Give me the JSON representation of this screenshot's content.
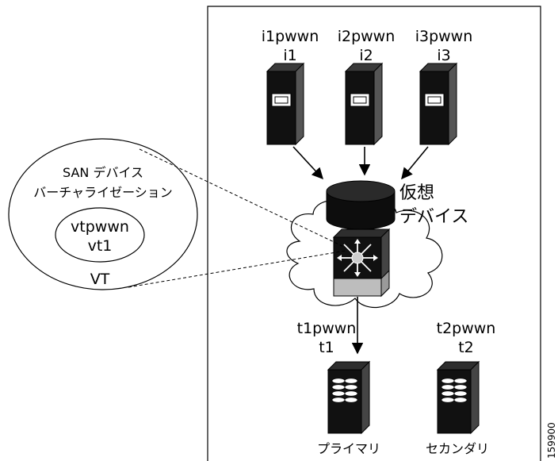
{
  "hosts": [
    {
      "pwwn": "i1pwwn",
      "name": "i1"
    },
    {
      "pwwn": "i2pwwn",
      "name": "i2"
    },
    {
      "pwwn": "i3pwwn",
      "name": "i3"
    }
  ],
  "virtual_device": {
    "line1": "仮想",
    "line2": "デバイス"
  },
  "san_virtualization": {
    "line1": "SAN デバイス",
    "line2": "バーチャライゼーション",
    "vt_pwwn": "vtpwwn",
    "vt_name": "vt1",
    "vt_label": "VT"
  },
  "targets": [
    {
      "pwwn": "t1pwwn",
      "name": "t1",
      "role": "プライマリ"
    },
    {
      "pwwn": "t2pwwn",
      "name": "t2",
      "role": "セカンダリ"
    }
  ],
  "figure_id": "159900"
}
